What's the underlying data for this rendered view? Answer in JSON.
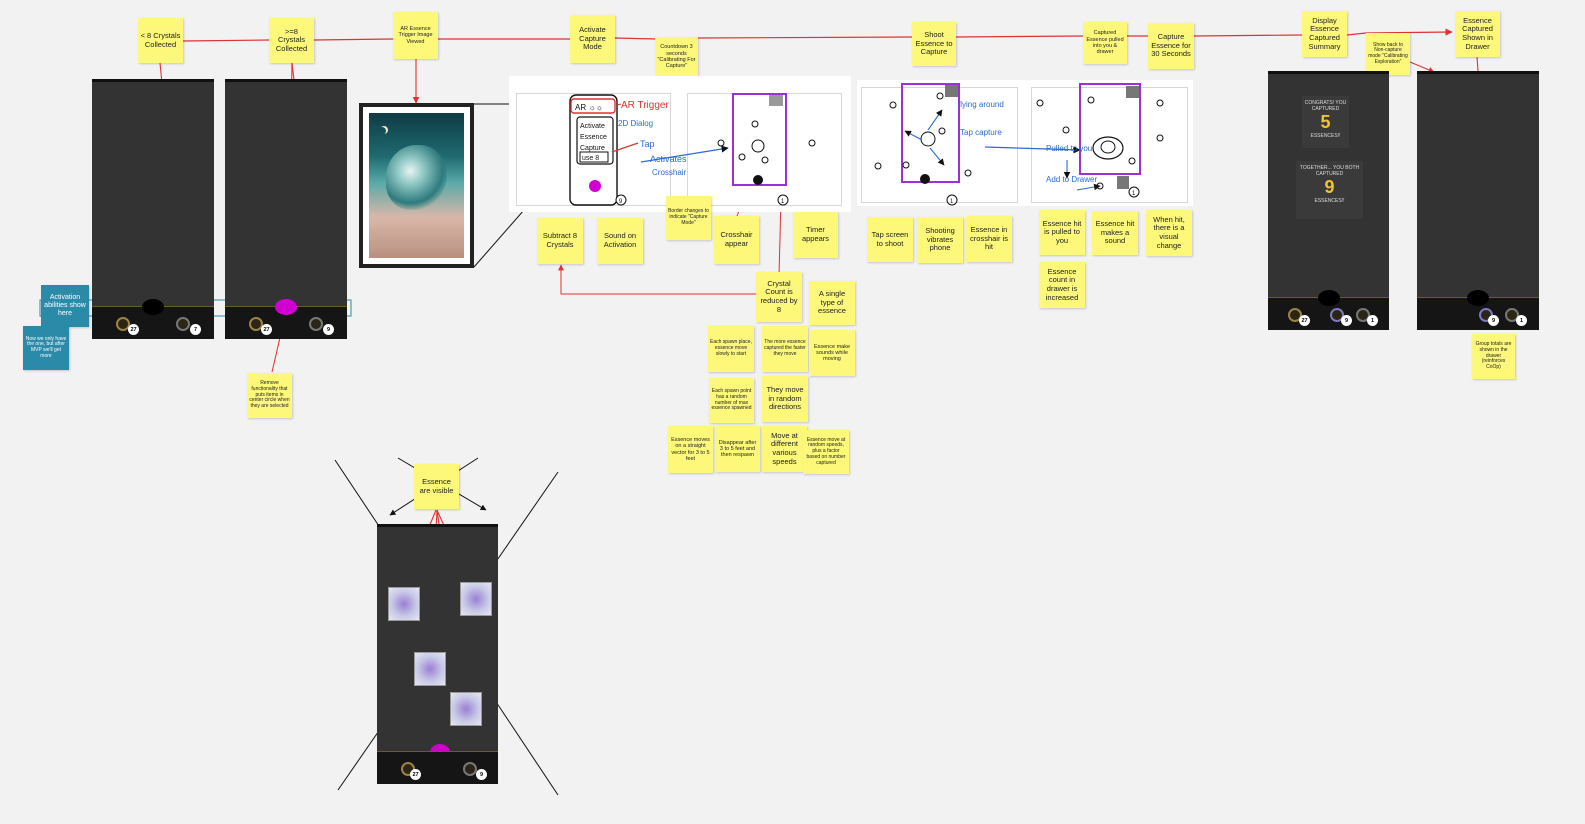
{
  "top_flow": [
    {
      "id": "lt8",
      "text": "< 8 Crystals Collected"
    },
    {
      "id": "ge8",
      "text": ">=8 Crystals Collected"
    },
    {
      "id": "ar",
      "text": "AR Essence Trigger Image Viewed"
    },
    {
      "id": "activate",
      "text": "Activate Capture Mode"
    },
    {
      "id": "countdown",
      "text": "Countdown 3 seconds \"Calibrating For Capture\""
    },
    {
      "id": "shoot",
      "text": "Shoot Essence to Capture"
    },
    {
      "id": "captured",
      "text": "Captured Essence pulled into you & drawer"
    },
    {
      "id": "capture30",
      "text": "Capture Essence for 30 Seconds"
    },
    {
      "id": "summary",
      "text": "Display Essence Captured Summary"
    },
    {
      "id": "showback",
      "text": "Show back to Non-capture mode \"Calibrating Exploration\""
    },
    {
      "id": "drawer",
      "text": "Essence Captured Shown in Drawer"
    }
  ],
  "side_notes": {
    "activation": "Activation abilities show here",
    "mvp": "Now we only have the one, but after MVP we'll get more",
    "remove": "Remove functionality that puts items in center circle when they are selected"
  },
  "capture_notes": {
    "subtract": "Subtract 8 Crystals",
    "sound_activation": "Sound on Activation",
    "border": "Border changes to indicate \"Capture Mode\"",
    "crosshair": "Crosshair appear",
    "timer": "Timer appears",
    "crystal_count": "Crystal Count is reduced by 8",
    "single_type": "A single type of essence",
    "spawn_slow": "Each spawn place, essence move slowly to start",
    "more_faster": "The more essence captured the faster they move",
    "sounds_moving": "Essence make sounds while moving",
    "spawn_random": "Each spawn point has a random number of max essence spawned",
    "random_dir": "They move in random directions",
    "straight": "Essence moves on a straight vector for 3 to 5 feet",
    "disappear": "Disappear after 3 to 5 feet and then respawn",
    "speeds": "Move at different various speeds",
    "random_speeds": "Essence move at random speeds, plus a factor based on number captured"
  },
  "shoot_notes": {
    "tap": "Tap screen to shoot",
    "vibrate": "Shooting vibrates phone",
    "crosshair_hit": "Essence in crosshair is hit",
    "pulled": "Essence hit is pulled to you",
    "makes_sound": "Essence hit makes a sound",
    "visual": "When hit, there is a visual change",
    "count_increase": "Essence count in drawer is increased"
  },
  "drawer_note": "Group totals are shown in the drawer (reinforces CoOp)",
  "crossed_note": "Essence are visible",
  "sketch_labels": {
    "ar_trigger": "AR Trigger",
    "ar_glyph": "AR ☼☼",
    "dialog": "2D Dialog",
    "activate": "Activate",
    "essence": "Essence",
    "capture": "Capture",
    "use": "use 8",
    "tap": "Tap",
    "activates": "Activates",
    "crosshair": "Crosshair",
    "flying": "flying around",
    "tap_capture": "Tap capture",
    "pulled": "Pulled to you",
    "add_drawer": "Add to Drawer"
  },
  "summary_panel": {
    "line1": "CONGRATS! YOU CAPTURED",
    "count1": "5",
    "line2": "ESSENCES!!",
    "line3": "TOGETHER... YOU BOTH CAPTURED",
    "count2": "9",
    "line4": "ESSENCES!!"
  },
  "badges": {
    "crystals": "27",
    "essence_lt8": "7",
    "essence_ge8": "9",
    "sketch1": "9",
    "sketch2": "1",
    "sketch3": "1",
    "sketch4": "1",
    "summary_e": "9",
    "summary_c": "1",
    "drawer_e": "9",
    "drawer_c": "1",
    "crossed_c": "27",
    "crossed_e": "9"
  }
}
